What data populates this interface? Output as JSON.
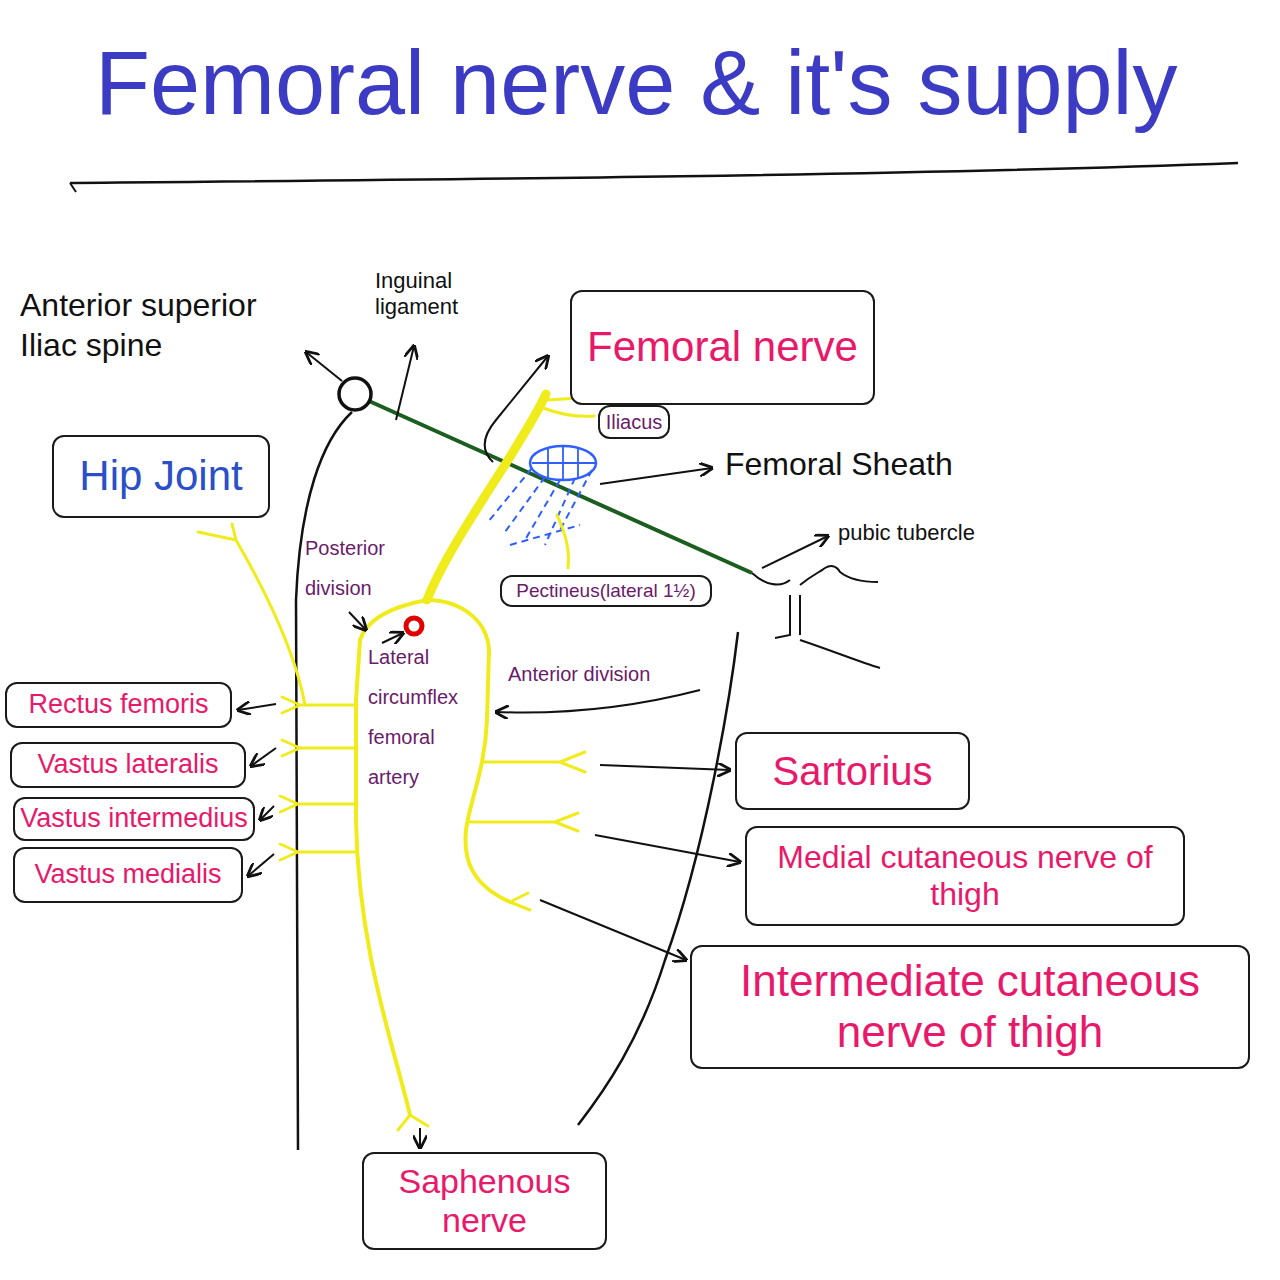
{
  "diagram": {
    "title": "Femoral nerve & it's supply",
    "nodes": [
      {
        "text": [
          "Femoral nerve"
        ]
      },
      {
        "text": [
          "Iliacus"
        ]
      },
      {
        "text": [
          "Hip Joint"
        ]
      },
      {
        "text": [
          "Pectineus(lateral 1½)"
        ]
      },
      {
        "text": [
          "Rectus femoris"
        ]
      },
      {
        "text": [
          "Vastus lateralis"
        ]
      },
      {
        "text": [
          "Vastus intermedius"
        ]
      },
      {
        "text": [
          "Vastus medialis"
        ]
      },
      {
        "text": [
          "Sartorius"
        ]
      },
      {
        "text": [
          "Medial cutaneous nerve of thigh"
        ]
      },
      {
        "text": [
          "Intermediate cutaneous nerve of thigh"
        ]
      },
      {
        "text": [
          "Saphenous nerve"
        ]
      }
    ],
    "labels": [
      "Anterior superior Iliac spine",
      "Inguinal ligament",
      "Femoral Sheath",
      "pubic tubercle",
      "Posterior division",
      "Lateral circumflex femoral artery",
      "Anterior division"
    ]
  }
}
